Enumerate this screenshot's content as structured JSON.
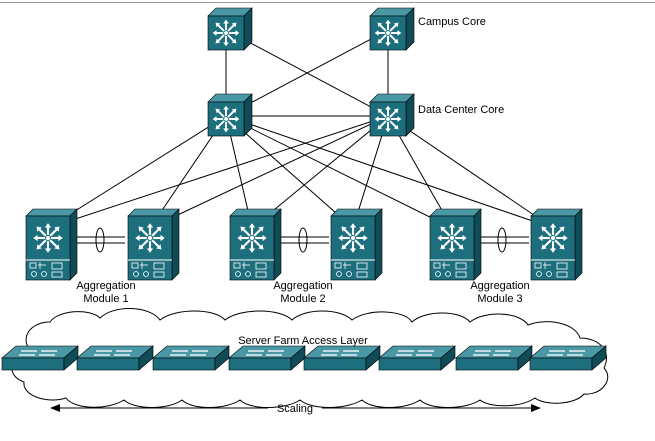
{
  "labels": {
    "campus_core": "Campus Core",
    "dc_core": "Data Center Core",
    "agg1_line1": "Aggregation",
    "agg1_line2": "Module 1",
    "agg2_line1": "Aggregation",
    "agg2_line2": "Module 2",
    "agg3_line1": "Aggregation",
    "agg3_line2": "Module 3",
    "access_layer": "Server Farm Access Layer",
    "scaling": "Scaling"
  },
  "colors": {
    "device_teal": "#1d6f7e",
    "device_dark": "#0f4c57",
    "device_light": "#4a98a6",
    "line": "#000000"
  },
  "icons": {
    "core_switch": "multilayer-switch-icon",
    "aggregation": "catalyst-6500-service-chassis-icon",
    "access": "workgroup-switch-icon",
    "cloud": "cloud-icon"
  }
}
